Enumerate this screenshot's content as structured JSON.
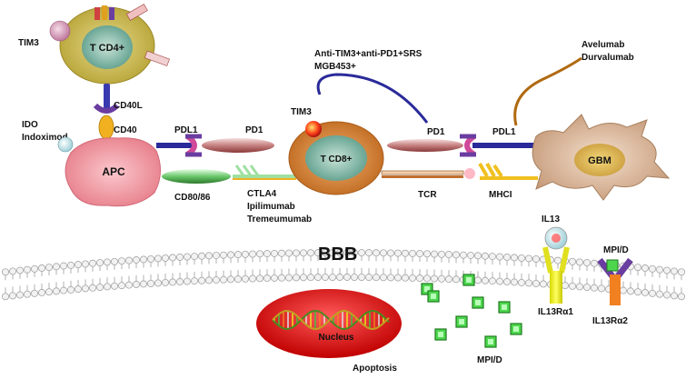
{
  "cells": {
    "tcd4": "T CD4+",
    "apc": "APC",
    "tcd8": "T CD8+",
    "gbm": "GBM",
    "nucleus": "Nucleus"
  },
  "labels": {
    "tim3_cd4": "TIM3",
    "cd40l": "CD40L",
    "cd40": "CD40",
    "ido": "IDO",
    "indoximod": "Indoximod",
    "pdl1_left": "PDL1",
    "pd1_left": "PD1",
    "cd80_86": "CD80/86",
    "ctla4": "CTLA4",
    "ipilimumab": "Ipilimumab",
    "tremelimumab": "Tremeumumab",
    "tim3_cd8": "TIM3",
    "anti_tim3": "Anti-TIM3+anti-PD1+SRS",
    "mgb453": "MGB453+",
    "pd1_right": "PD1",
    "tcr": "TCR",
    "pdl1_right": "PDL1",
    "mhci": "MHCI",
    "avelumab": "Avelumab",
    "durvalumab": "Durvalumab",
    "bbb": "BBB",
    "il13": "IL13",
    "il13ra1": "IL13Rα1",
    "il13ra2": "IL13Rα2",
    "mpid_top": "MPI/D",
    "mpid_bottom": "MPI/D",
    "apoptosis": "Apoptosis"
  },
  "colors": {
    "cd4_outer": "#c9b64a",
    "cell_inner": "#7fb8a8",
    "cd8_outer": "#d98a3c",
    "apc": "#f2a0a8",
    "gbm": "#d8b79a",
    "membrane_head": "#e8e8e8",
    "nucleus": "#e02020",
    "particle": "#4dd64d",
    "receptor_purple": "#6a3da0",
    "receptor_pink": "#d04a9a",
    "antibody_blue": "#2a2a9a",
    "antibody_brown": "#b06a10"
  }
}
